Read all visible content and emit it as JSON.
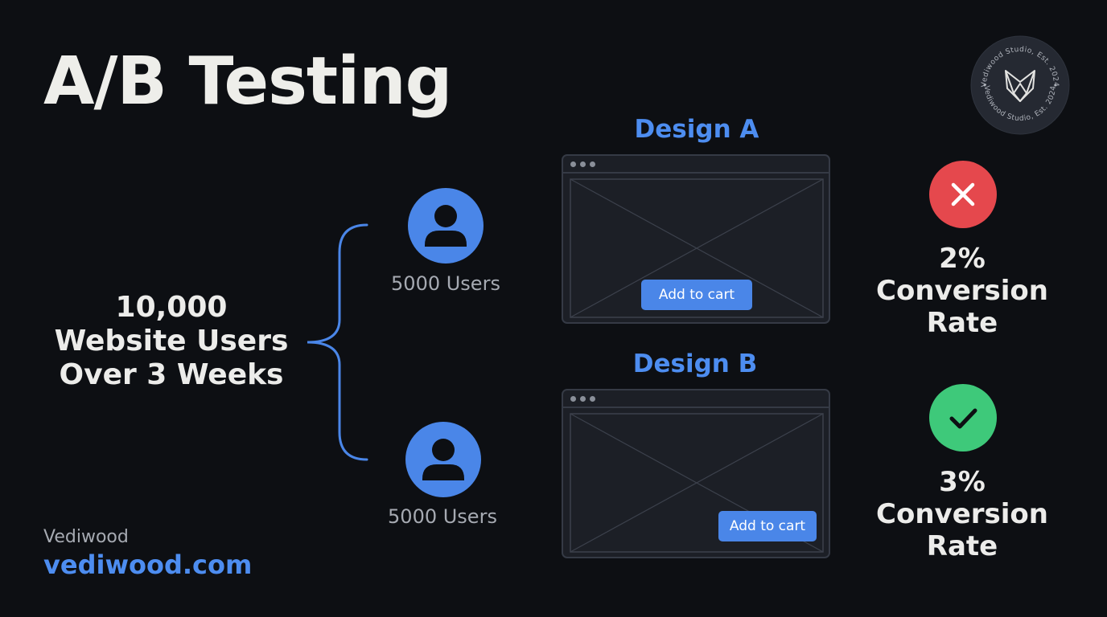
{
  "title": "A/B Testing",
  "seal": {
    "text": "Vediwood Studio, Est. 2024",
    "icon": "fox-icon"
  },
  "summary": {
    "line1": "10,000",
    "line2": "Website Users",
    "line3": "Over 3 Weeks"
  },
  "groups": [
    {
      "users_label": "5000 Users",
      "design_label": "Design A",
      "cta_label": "Add to cart",
      "result_icon": "cross-icon",
      "rate_value": "2%",
      "rate_word1": "Conversion",
      "rate_word2": "Rate"
    },
    {
      "users_label": "5000 Users",
      "design_label": "Design B",
      "cta_label": "Add to cart",
      "result_icon": "check-icon",
      "rate_value": "3%",
      "rate_word1": "Conversion",
      "rate_word2": "Rate"
    }
  ],
  "brand": {
    "name": "Vediwood",
    "url": "vediwood.com"
  },
  "colors": {
    "background": "#0d0f13",
    "accent_blue": "#4a86e8",
    "fail_red": "#e5484d",
    "success_green": "#3ec97a"
  }
}
